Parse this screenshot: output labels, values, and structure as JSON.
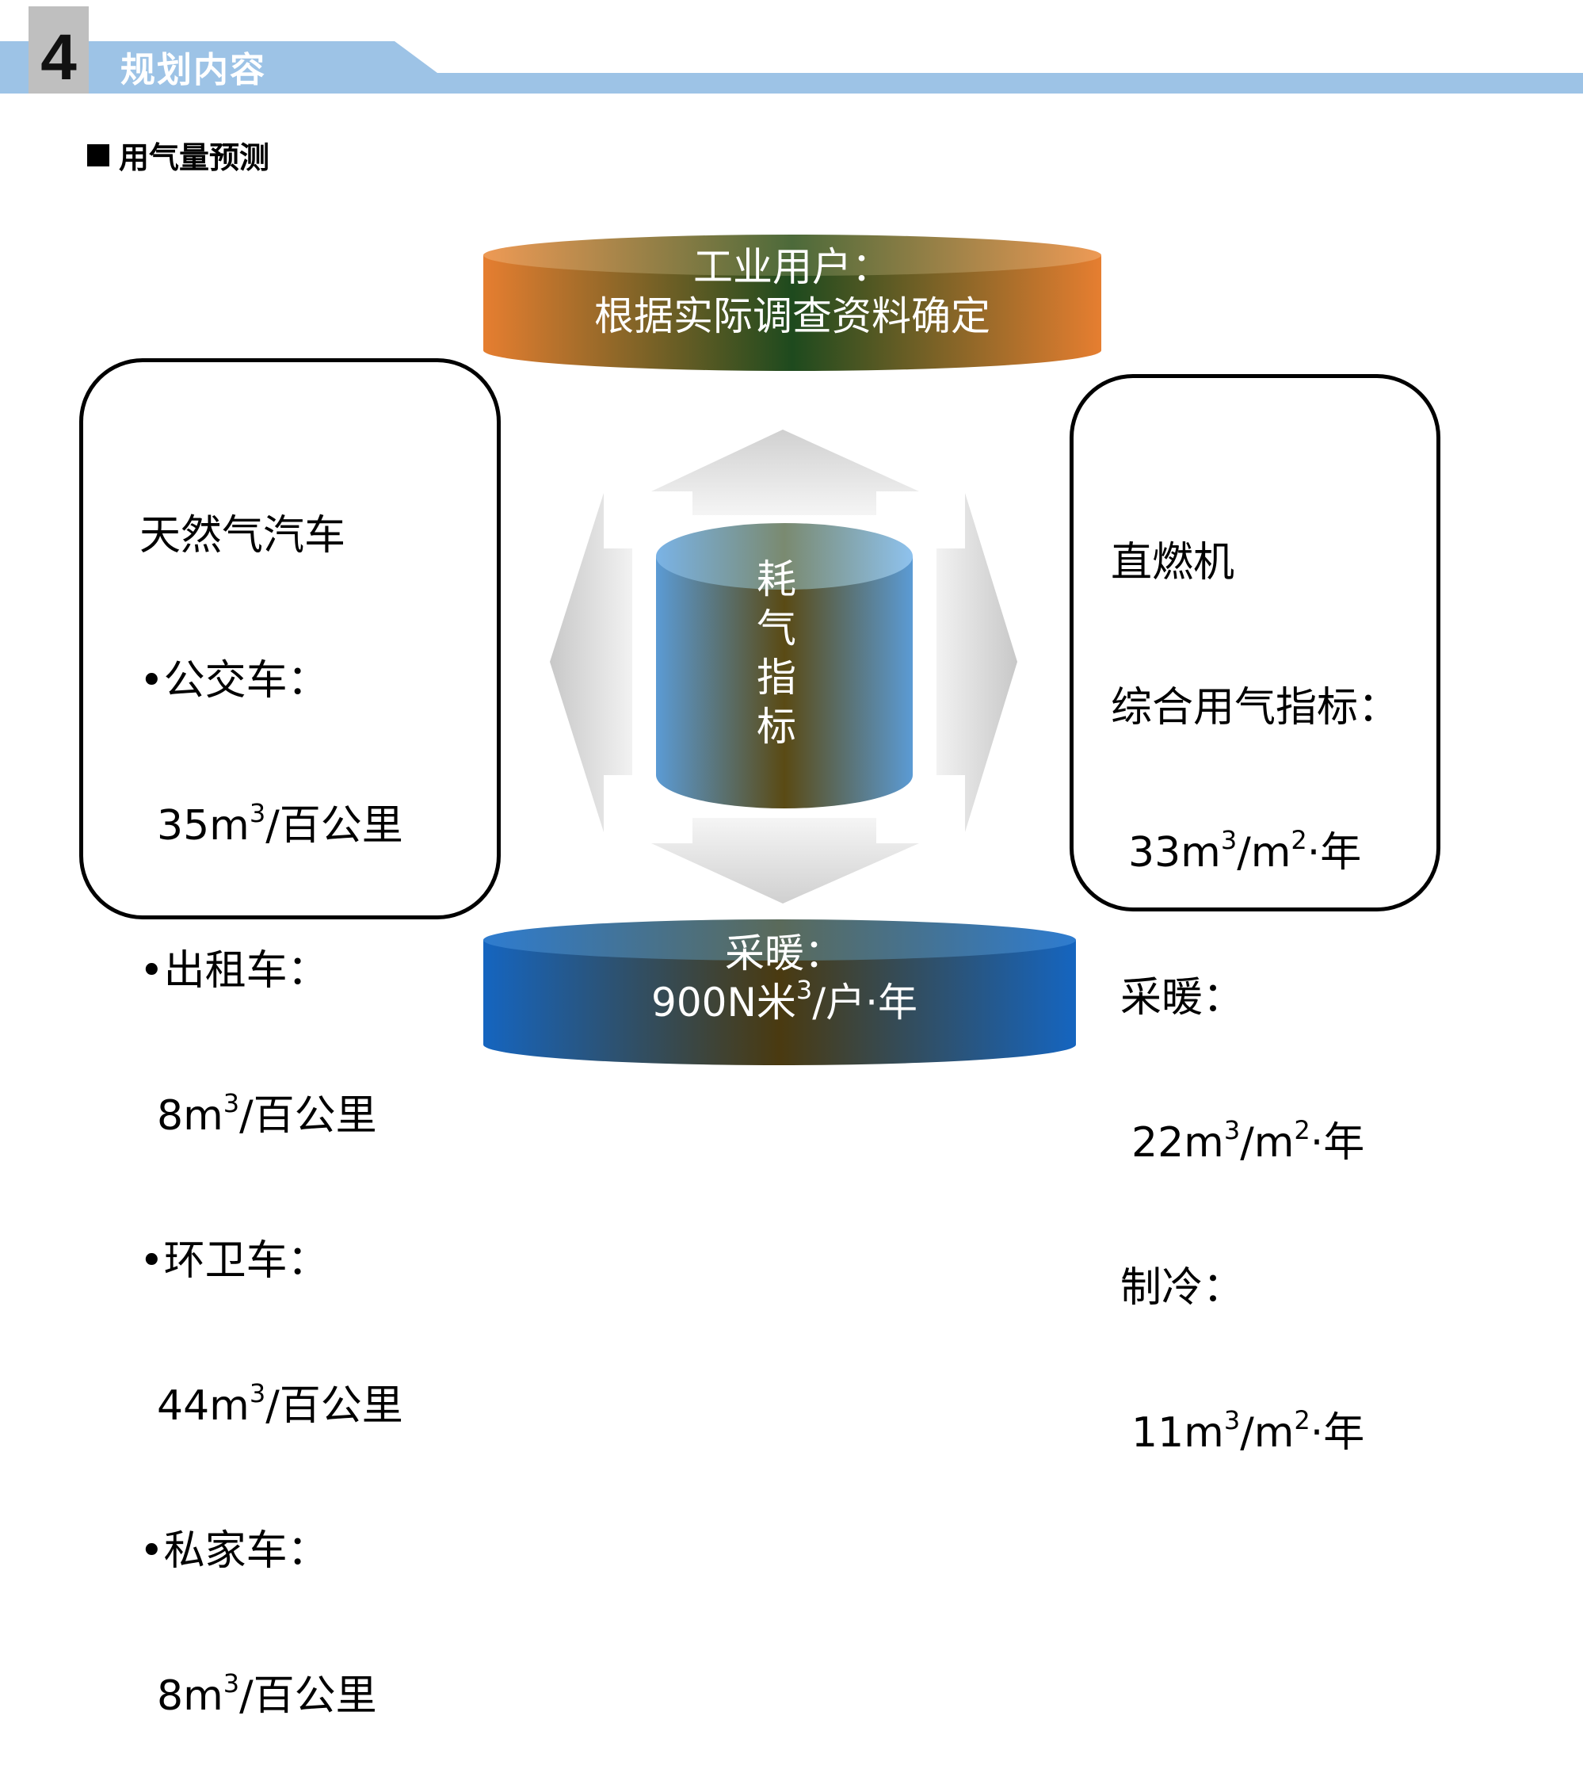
{
  "header": {
    "section_number": "4",
    "section_title": "规划内容",
    "subheading": "用气量预测",
    "band_color": "#9DC3E6",
    "number_bg": "#BFBFBF"
  },
  "diagram": {
    "center_label": [
      "耗",
      "气",
      "指",
      "标"
    ],
    "top_disk": {
      "line1": "工业用户：",
      "line2": "根据实际调查资料确定",
      "color": "#E67E30"
    },
    "bottom_disk": {
      "line1": "采暖：",
      "line2_prefix": "900N米",
      "line2_sup": "3",
      "line2_suffix": "/户·年",
      "color": "#1565C0"
    },
    "left_box": {
      "title": "天然气汽车",
      "items": [
        {
          "label": "•公交车：",
          "value": "35m",
          "sup": "3",
          "unit": "/百公里"
        },
        {
          "label": "•出租车：",
          "value": "8m",
          "sup": "3",
          "unit": "/百公里"
        },
        {
          "label": "•环卫车：",
          "value": "44m",
          "sup": "3",
          "unit": "/百公里"
        },
        {
          "label": "•私家车：",
          "value": "8m",
          "sup": "3",
          "unit": "/百公里"
        }
      ]
    },
    "right_box": {
      "title": "直燃机",
      "items": [
        {
          "label": "综合用气指标：",
          "value": "33m",
          "sup1": "3",
          "mid": "/m",
          "sup2": "2",
          "unit": "·年"
        },
        {
          "label": "采暖：",
          "value": "22m",
          "sup1": "3",
          "mid": "/m",
          "sup2": "2",
          "unit": "·年"
        },
        {
          "label": "制冷：",
          "value": "11m",
          "sup1": "3",
          "mid": "/m",
          "sup2": "2",
          "unit": "·年"
        }
      ]
    }
  }
}
